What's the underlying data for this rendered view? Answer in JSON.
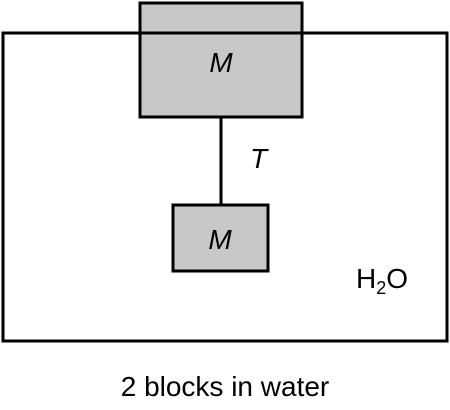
{
  "labels": {
    "upper_block": "M",
    "lower_block": "M",
    "tension": "T",
    "water_main": "H",
    "water_sub": "2",
    "water_tail": "O"
  },
  "caption": "2 blocks in water",
  "colors": {
    "block_fill": "#c8c8c8",
    "stroke": "#000000",
    "background": "#ffffff"
  }
}
